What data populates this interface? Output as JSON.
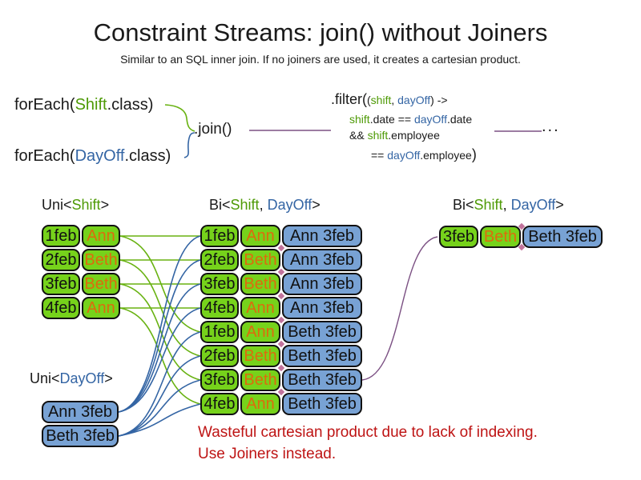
{
  "title": "Constraint Streams: join() without Joiners",
  "subtitle": "Similar to an SQL inner join. If no joiners are used, it creates a cartesian product.",
  "code": {
    "foreach_shift": [
      {
        "t": "forEach(",
        "c": "ink"
      },
      {
        "t": "Shift",
        "c": "green"
      },
      {
        "t": ".class)",
        "c": "ink"
      }
    ],
    "foreach_dayoff": [
      {
        "t": "forEach(",
        "c": "ink"
      },
      {
        "t": "DayOff",
        "c": "blue"
      },
      {
        "t": ".class)",
        "c": "ink"
      }
    ],
    "join": ".join()",
    "ellipsis": "...",
    "filter_line1": [
      {
        "t": ".filter(",
        "c": "ink",
        "big": 1
      },
      {
        "t": "(",
        "c": "ink"
      },
      {
        "t": "shift",
        "c": "green"
      },
      {
        "t": ", ",
        "c": "ink"
      },
      {
        "t": "dayOff",
        "c": "blue"
      },
      {
        "t": ") ->",
        "c": "ink"
      }
    ],
    "filter_line2": [
      {
        "t": "shift",
        "c": "green"
      },
      {
        "t": ".date == ",
        "c": "ink"
      },
      {
        "t": "dayOff",
        "c": "blue"
      },
      {
        "t": ".date",
        "c": "ink"
      }
    ],
    "filter_line3": [
      {
        "t": "&& ",
        "c": "ink"
      },
      {
        "t": "shift",
        "c": "green"
      },
      {
        "t": ".employee",
        "c": "ink"
      }
    ],
    "filter_line4": [
      {
        "t": "== ",
        "c": "ink"
      },
      {
        "t": "dayOff",
        "c": "blue"
      },
      {
        "t": ".employee",
        "c": "ink"
      },
      {
        "t": ")",
        "c": "ink",
        "big": 1
      }
    ]
  },
  "labels": {
    "uni_shift": [
      {
        "t": "Uni<",
        "c": "ink"
      },
      {
        "t": "Shift",
        "c": "green"
      },
      {
        "t": ">",
        "c": "ink"
      }
    ],
    "bi_pairs": [
      {
        "t": "Bi<",
        "c": "ink"
      },
      {
        "t": "Shift",
        "c": "green"
      },
      {
        "t": ", ",
        "c": "ink"
      },
      {
        "t": "DayOff",
        "c": "blue"
      },
      {
        "t": ">",
        "c": "ink"
      }
    ],
    "bi_result": [
      {
        "t": "Bi<",
        "c": "ink"
      },
      {
        "t": "Shift",
        "c": "green"
      },
      {
        "t": ", ",
        "c": "ink"
      },
      {
        "t": "DayOff",
        "c": "blue"
      },
      {
        "t": ">",
        "c": "ink"
      }
    ],
    "uni_dayoff": [
      {
        "t": "Uni<",
        "c": "ink"
      },
      {
        "t": "DayOff",
        "c": "blue"
      },
      {
        "t": ">",
        "c": "ink"
      }
    ]
  },
  "shifts": [
    {
      "date": "1feb",
      "employee": "Ann"
    },
    {
      "date": "2feb",
      "employee": "Beth"
    },
    {
      "date": "3feb",
      "employee": "Beth"
    },
    {
      "date": "4feb",
      "employee": "Ann"
    }
  ],
  "dayoffs": [
    {
      "label": "Ann 3feb"
    },
    {
      "label": "Beth 3feb"
    }
  ],
  "pairs": [
    {
      "date": "1feb",
      "employee": "Ann",
      "dayoff": "Ann 3feb"
    },
    {
      "date": "2feb",
      "employee": "Beth",
      "dayoff": "Ann 3feb"
    },
    {
      "date": "3feb",
      "employee": "Beth",
      "dayoff": "Ann 3feb"
    },
    {
      "date": "4feb",
      "employee": "Ann",
      "dayoff": "Ann 3feb"
    },
    {
      "date": "1feb",
      "employee": "Ann",
      "dayoff": "Beth 3feb"
    },
    {
      "date": "2feb",
      "employee": "Beth",
      "dayoff": "Beth 3feb"
    },
    {
      "date": "3feb",
      "employee": "Beth",
      "dayoff": "Beth 3feb"
    },
    {
      "date": "4feb",
      "employee": "Ann",
      "dayoff": "Beth 3feb"
    }
  ],
  "results": [
    {
      "date": "3feb",
      "employee": "Beth",
      "dayoff": "Beth 3feb"
    }
  ],
  "connections": {
    "shift_to_pair": [
      [
        0,
        0
      ],
      [
        1,
        1
      ],
      [
        2,
        2
      ],
      [
        3,
        3
      ],
      [
        0,
        4
      ],
      [
        1,
        5
      ],
      [
        2,
        6
      ],
      [
        3,
        7
      ]
    ],
    "dayoff_to_pair": [
      [
        0,
        0
      ],
      [
        0,
        1
      ],
      [
        0,
        2
      ],
      [
        0,
        3
      ],
      [
        1,
        4
      ],
      [
        1,
        5
      ],
      [
        1,
        6
      ],
      [
        1,
        7
      ]
    ],
    "pair_to_result": [
      [
        6,
        0
      ]
    ]
  },
  "warning": {
    "line1": "Wasteful cartesian product due to lack of indexing.",
    "line2": "Use Joiners instead."
  },
  "colors": {
    "green_fill": "#76d21b",
    "blue_fill": "#78a2d4",
    "green_text": "#4e9a06",
    "blue_text": "#3465a4",
    "orange_text": "#dd6b0d",
    "green_line": "#68b211",
    "blue_line": "#3465a4",
    "purple_line": "#7b5083",
    "red_text": "#be1414",
    "diamond": "#c2739c"
  }
}
